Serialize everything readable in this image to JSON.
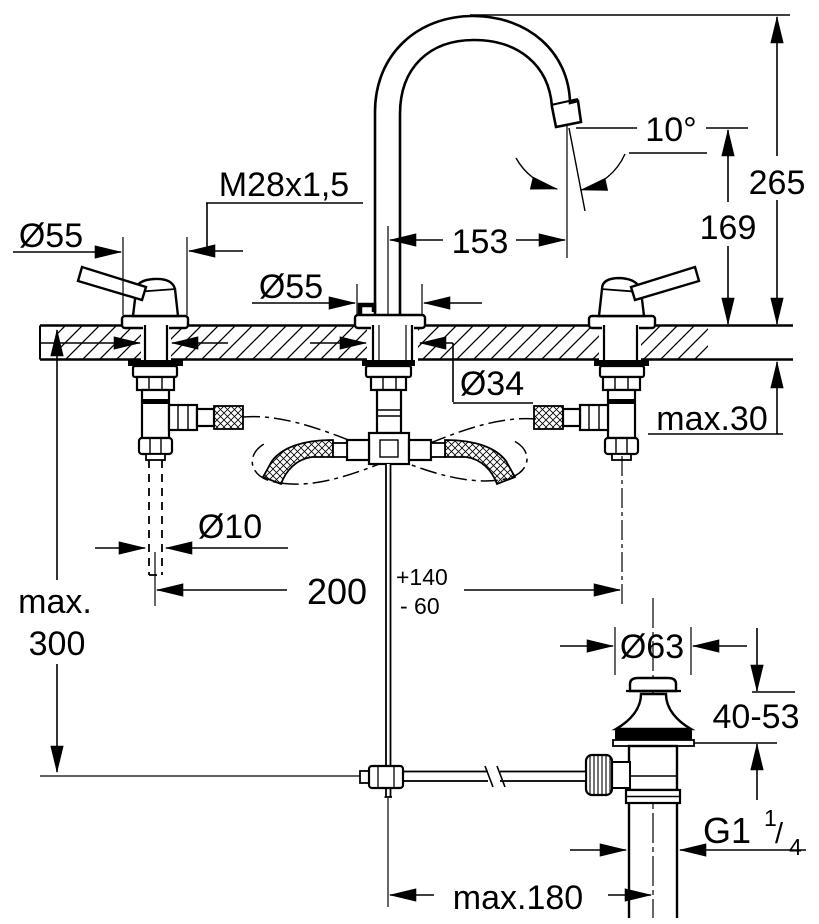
{
  "colors": {
    "line": "#000000",
    "background": "#ffffff"
  },
  "dimensions": {
    "thread_spout": "M28x1,5",
    "handle_base_dia": "Ø55",
    "spout_base_dia": "Ø55",
    "spout_angle": "10°",
    "height_total": "265",
    "height_outlet": "169",
    "reach": "153",
    "hole_dia": "Ø34",
    "deck_max_thickness": "max.30",
    "rod_dia": "Ø10",
    "centers_distance": "200",
    "centers_tol_plus": "+140",
    "centers_tol_minus": "- 60",
    "depth_max_word": "max.",
    "depth_max_value": "300",
    "waste_flange_dia": "Ø63",
    "waste_deck_range": "40-53",
    "waste_thread_main": "G1",
    "waste_thread_sup": "1",
    "waste_thread_slash": "/",
    "waste_thread_sub": "4",
    "rod_reach_max": "max.180"
  }
}
